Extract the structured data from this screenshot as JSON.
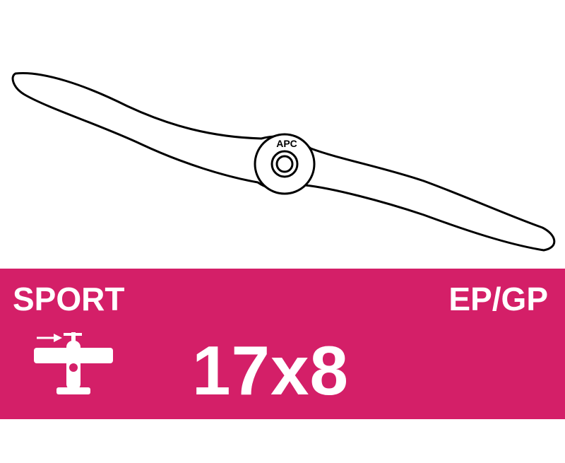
{
  "product": {
    "logo_text": "APC",
    "category": "SPORT",
    "fuel_type": "EP/GP",
    "size": "17x8"
  },
  "colors": {
    "band": "#d41f68",
    "text": "#ffffff",
    "outline": "#000000"
  },
  "icons": {
    "propeller": "propeller-outline",
    "plane": "airplane-with-arrow-icon"
  }
}
